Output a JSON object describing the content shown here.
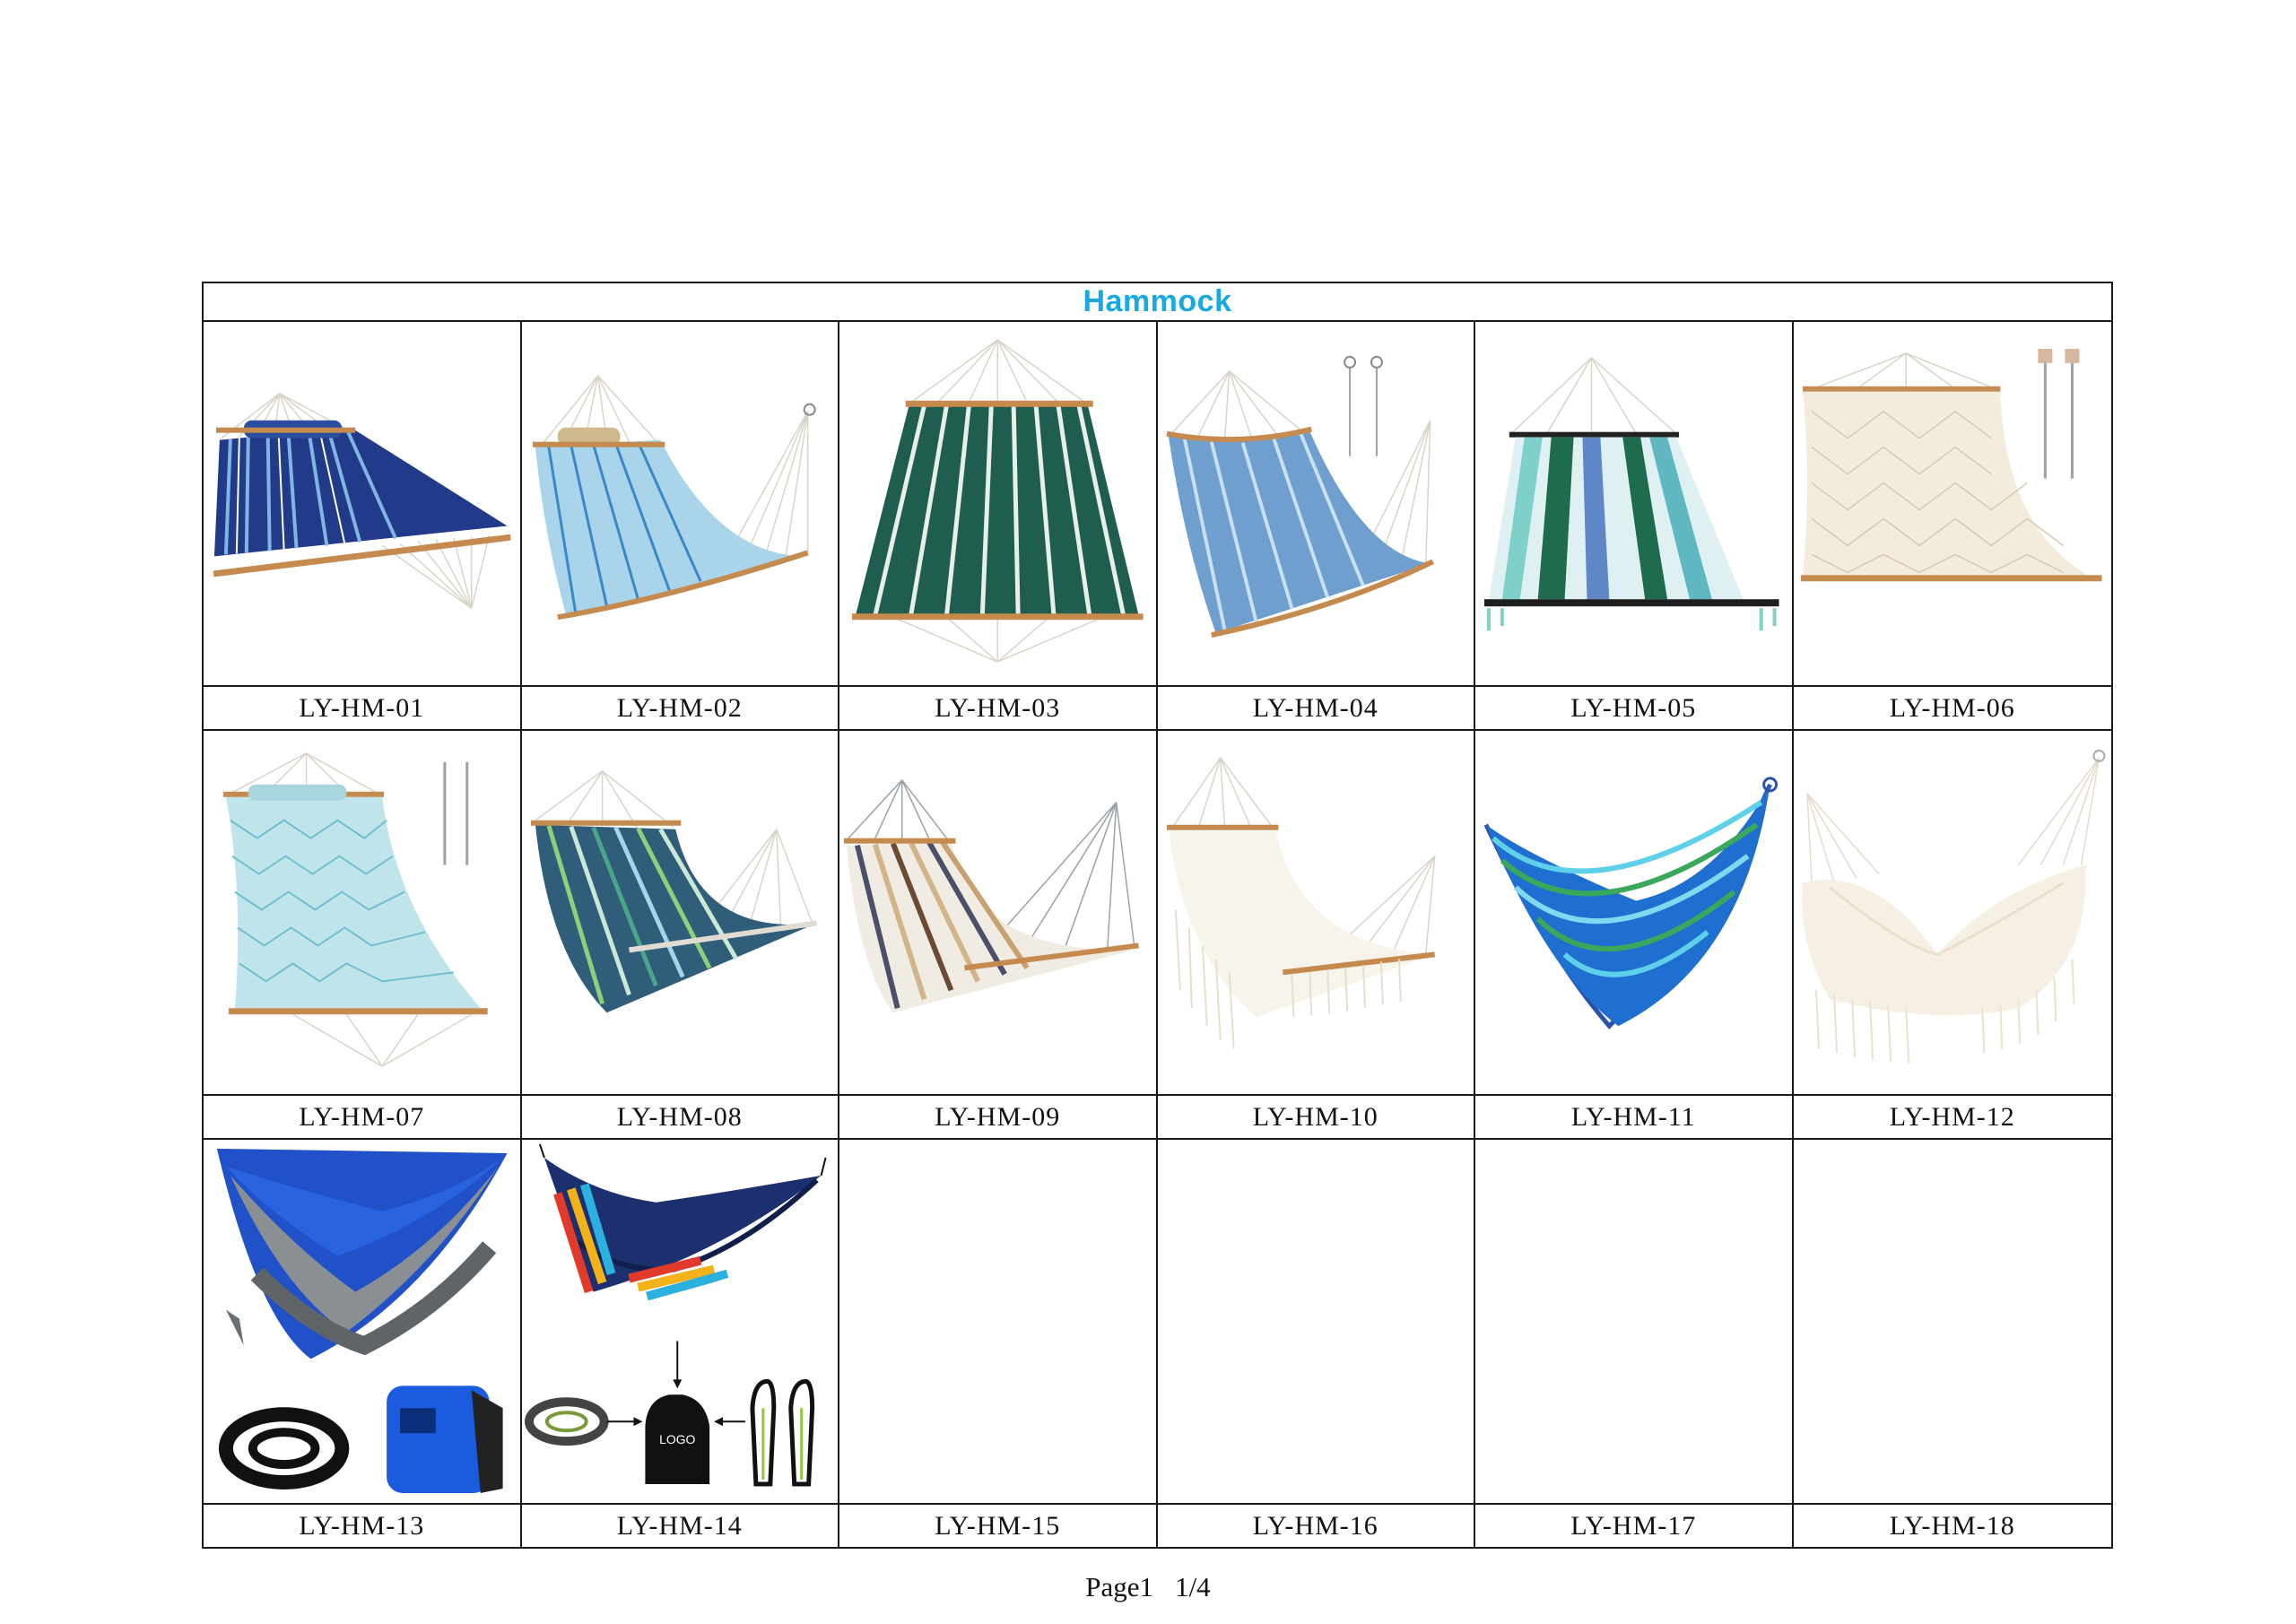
{
  "title": "Hammock",
  "items": [
    {
      "code": "LY-HM-01",
      "image": "hammock-navy-stripe-pillow"
    },
    {
      "code": "LY-HM-02",
      "image": "hammock-light-blue-stripe-curved"
    },
    {
      "code": "LY-HM-03",
      "image": "hammock-green-white-stripe"
    },
    {
      "code": "LY-HM-04",
      "image": "hammock-blue-stripe-curved-chains"
    },
    {
      "code": "LY-HM-05",
      "image": "hammock-green-blue-wide-stripe-tassels"
    },
    {
      "code": "LY-HM-06",
      "image": "hammock-cotton-rope-chains"
    },
    {
      "code": "LY-HM-07",
      "image": "hammock-aqua-pattern-pillow"
    },
    {
      "code": "LY-HM-08",
      "image": "hammock-green-stripe-curved"
    },
    {
      "code": "LY-HM-09",
      "image": "hammock-brown-white-stripe"
    },
    {
      "code": "LY-HM-10",
      "image": "hammock-cream-fringe-spreader"
    },
    {
      "code": "LY-HM-11",
      "image": "hammock-blue-green-brazilian"
    },
    {
      "code": "LY-HM-12",
      "image": "hammock-cream-macrame-fringe"
    },
    {
      "code": "LY-HM-13",
      "image": "hammock-parachute-grey-blue-kit"
    },
    {
      "code": "LY-HM-14",
      "image": "hammock-parachute-navy-rainbow-kit"
    },
    {
      "code": "LY-HM-15",
      "image": ""
    },
    {
      "code": "LY-HM-16",
      "image": ""
    },
    {
      "code": "LY-HM-17",
      "image": ""
    },
    {
      "code": "LY-HM-18",
      "image": ""
    }
  ],
  "kit_logo_text": "LOGO",
  "footer": {
    "page_label": "Page1",
    "page_count": "1/4"
  },
  "colors": {
    "title": "#18a9e0",
    "border": "#1a1a1a"
  }
}
